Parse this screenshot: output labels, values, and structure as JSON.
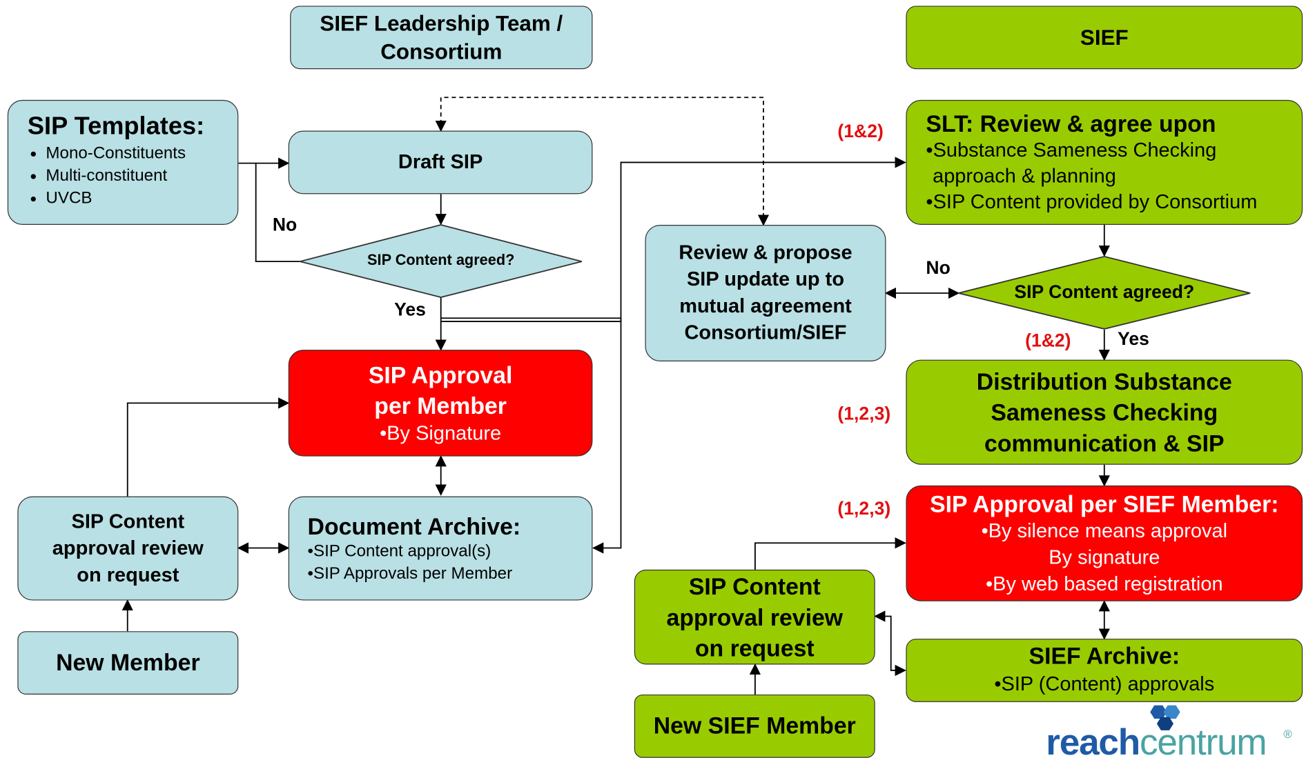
{
  "headers": {
    "left": "SIEF Leadership Team / Consortium",
    "right": "SIEF"
  },
  "left_flow": {
    "templates": {
      "title": "SIP Templates:",
      "items": [
        "Mono-Constituents",
        "Multi-constituent",
        "UVCB"
      ]
    },
    "draft": "Draft SIP",
    "decision": "SIP Content agreed?",
    "no_label": "No",
    "yes_label": "Yes",
    "approval": {
      "line1": "SIP Approval",
      "line2": "per Member",
      "bullet": "•By Signature"
    },
    "archive": {
      "title": "Document Archive:",
      "items": [
        "•SIP Content approval(s)",
        "•SIP Approvals per Member"
      ]
    },
    "review": {
      "line1": "SIP Content",
      "line2": "approval review",
      "line3": "on request"
    },
    "new_member": "New Member"
  },
  "middle": {
    "review_propose": {
      "line1": "Review & propose",
      "line2": "SIP update up to",
      "line3": "mutual agreement",
      "line4": "Consortium/SIEF"
    }
  },
  "right_flow": {
    "slt": {
      "title": "SLT: Review & agree upon",
      "line1": "•Substance Sameness Checking",
      "line2": "approach & planning",
      "line3": "•SIP Content provided by Consortium"
    },
    "decision": "SIP Content agreed?",
    "no_label": "No",
    "yes_label": "Yes",
    "distribution": {
      "line1": "Distribution Substance",
      "line2": "Sameness Checking",
      "line3": "communication & SIP"
    },
    "approval": {
      "title": "SIP Approval per SIEF Member:",
      "line1": "•By silence means approval",
      "line2": "By signature",
      "line3": "•By web based registration"
    },
    "archive": {
      "title": "SIEF Archive:",
      "line1": "•SIP (Content) approvals"
    },
    "review": {
      "line1": "SIP Content",
      "line2": "approval review",
      "line3": "on request"
    },
    "new_member": "New SIEF Member"
  },
  "annotations": {
    "slt": "(1&2)",
    "yes": "(1&2)",
    "distribution": "(1,2,3)",
    "approval": "(1,2,3)"
  },
  "logo": {
    "text_left": "reach",
    "text_right": "centrum",
    "mark": "®"
  },
  "colors": {
    "blue_box": "#b9e0e4",
    "green_box": "#99cc00",
    "red_box": "#ff0000",
    "annotation": "#e01010"
  }
}
